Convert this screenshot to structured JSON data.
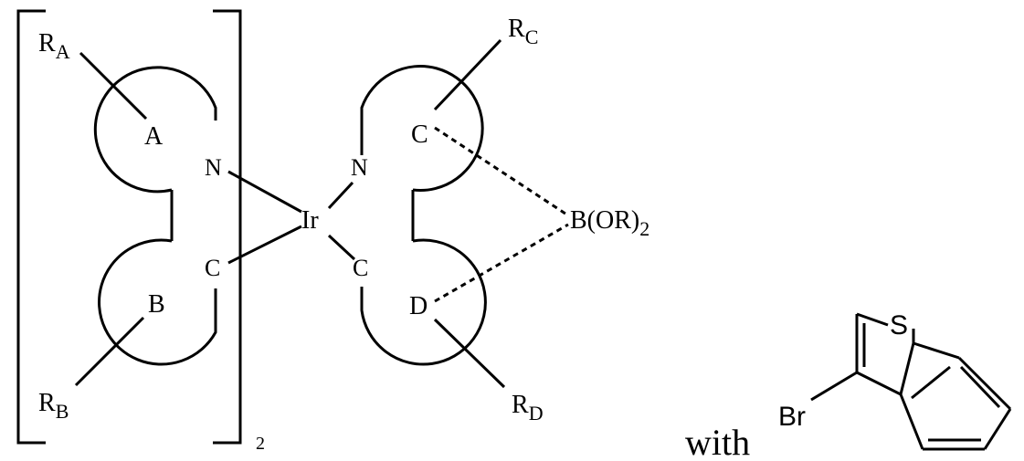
{
  "labels": {
    "ra_main": "R",
    "ra_sub": "A",
    "rb_main": "R",
    "rb_sub": "B",
    "rc_main": "R",
    "rc_sub": "C",
    "rd_main": "R",
    "rd_sub": "D",
    "ring_a": "A",
    "ring_b": "B",
    "ring_c": "C",
    "ring_d": "D",
    "n_left": "N",
    "n_right": "N",
    "c_left": "C",
    "c_right": "C",
    "metal": "Ir",
    "boron_main": "B(OR)",
    "boron_sub": "2",
    "bracket_sub": "2",
    "with": "with",
    "bromo": "Br",
    "sulfur": "S"
  }
}
